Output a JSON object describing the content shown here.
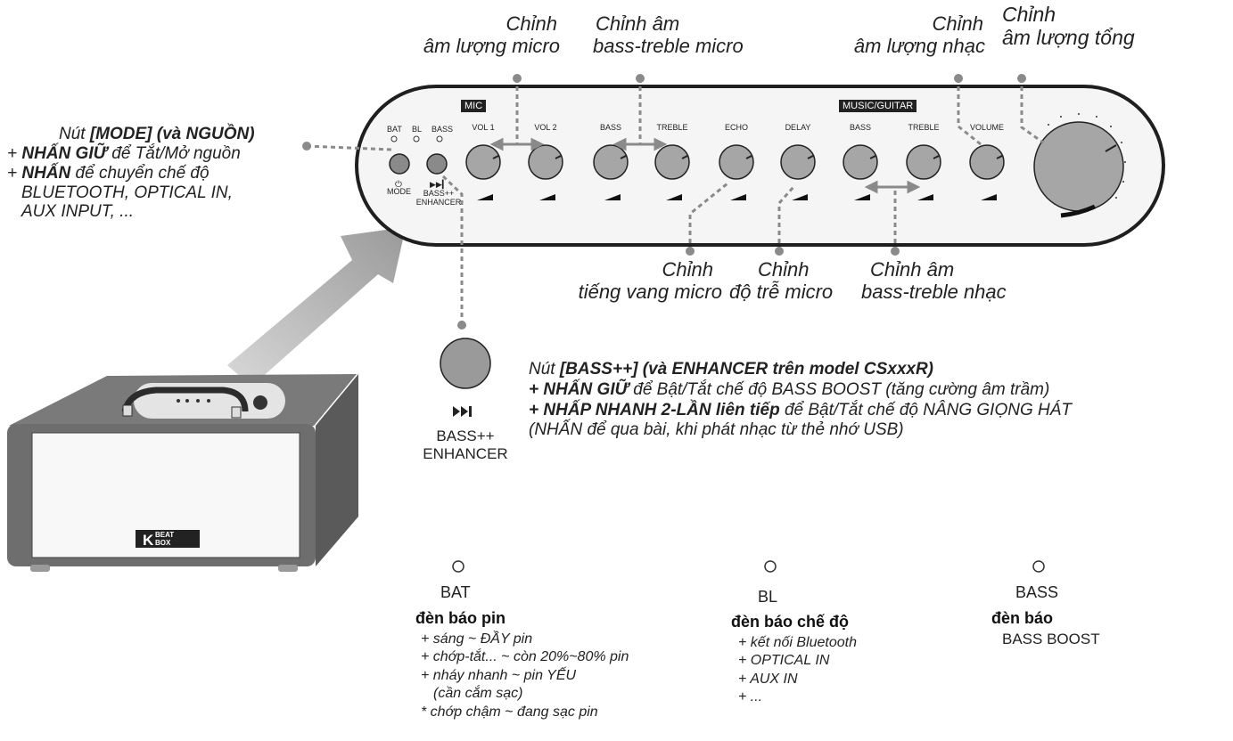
{
  "callouts": {
    "mic_volume": [
      "Chỉnh",
      "âm lượng micro"
    ],
    "mic_bass_treble": [
      "Chỉnh âm",
      "bass-treble micro"
    ],
    "music_volume": [
      "Chỉnh",
      "âm lượng nhạc"
    ],
    "master_volume": [
      "Chỉnh",
      "âm lượng tổng"
    ],
    "echo": [
      "Chỉnh",
      "tiếng vang micro"
    ],
    "delay": [
      "Chỉnh",
      "độ trễ micro"
    ],
    "music_bass_treble": [
      "Chỉnh âm",
      "bass-treble nhạc"
    ]
  },
  "mode_button": {
    "title_prefix": "Nút ",
    "title_bold": "[MODE] (và NGUỒN)",
    "line1_prefix": "+ ",
    "line1_bold": "NHẤN GIỮ",
    "line1_rest": " để Tắt/Mở nguồn",
    "line2_prefix": "+ ",
    "line2_bold": "NHẤN",
    "line2_rest": " để chuyển chế độ",
    "line3": "BLUETOOTH, OPTICAL IN,",
    "line4": "AUX INPUT, ..."
  },
  "bass_button": {
    "title_prefix": "Nút ",
    "title_bold": "[BASS++] (và ENHANCER trên model CSxxxR)",
    "line1_bold": "+ NHẤN GIỮ",
    "line1_rest": " để Bật/Tắt chế độ BASS BOOST (tăng cường âm trầm)",
    "line2_bold": "+ NHẤP NHANH 2-LẦN liên tiếp",
    "line2_rest": " để Bật/Tắt chế độ NÂNG GIỌNG HÁT",
    "line3": "(NHẤN để qua bài, khi phát nhạc từ thẻ nhớ USB)",
    "icon_label": [
      "BASS++",
      "ENHANCER"
    ]
  },
  "panel": {
    "mic_tag": "MIC",
    "music_tag": "MUSIC/GUITAR",
    "leds": [
      "BAT",
      "BL",
      "BASS"
    ],
    "mode_label": "MODE",
    "bass_label": [
      "BASS++",
      "ENHANCER"
    ],
    "knobs": [
      "VOL 1",
      "VOL 2",
      "BASS",
      "TREBLE",
      "ECHO",
      "DELAY",
      "BASS",
      "TREBLE",
      "VOLUME"
    ]
  },
  "brand": [
    "BEAT",
    "BOX"
  ],
  "leds": {
    "bat": {
      "label": "BAT",
      "heading": "đèn báo pin",
      "items": [
        "+ sáng ~ ĐẦY pin",
        "+ chớp-tắt... ~ còn 20%~80% pin",
        "+ nháy nhanh ~ pin YẾU",
        "(cần cắm sạc)",
        "* chớp chậm ~ đang sạc pin"
      ]
    },
    "bl": {
      "label": "BL",
      "heading": "đèn báo chế độ",
      "items": [
        "+ kết nối Bluetooth",
        "+ OPTICAL IN",
        "+ AUX IN",
        "+ ..."
      ]
    },
    "bass": {
      "label": "BASS",
      "heading": "đèn báo",
      "items": [
        "BASS BOOST"
      ]
    }
  },
  "colors": {
    "line": "#8a8a8a",
    "knob": "#a6a6a6",
    "speaker": "#6f6f6f",
    "arrow": "#b5b5b5"
  }
}
